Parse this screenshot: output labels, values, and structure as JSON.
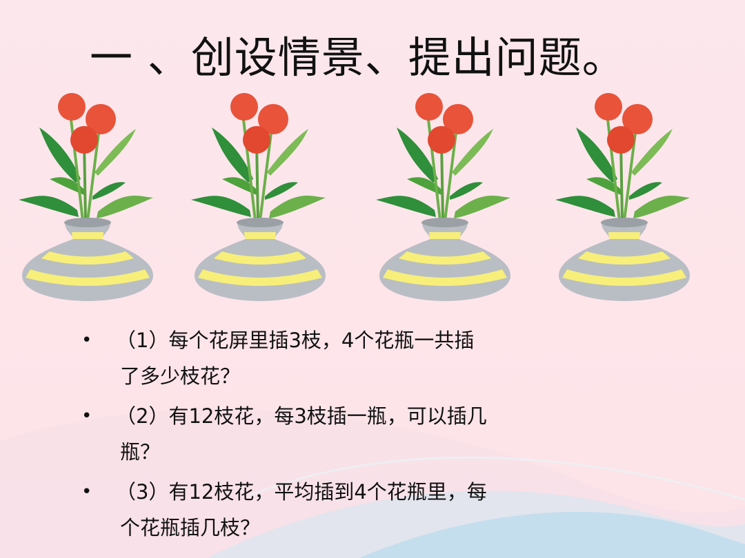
{
  "slide": {
    "title": "一 、创设情景、提出问题。",
    "colors": {
      "background": "#fbe6eb",
      "vase_body": "#b9bec4",
      "vase_stripe": "#f7ef7a",
      "flower": "#e8533a",
      "leaf": "#2f8f3a"
    },
    "vases": [
      {
        "icon": "flower-vase-icon"
      },
      {
        "icon": "flower-vase-icon"
      },
      {
        "icon": "flower-vase-icon"
      },
      {
        "icon": "flower-vase-icon"
      }
    ],
    "questions": [
      {
        "bullet": "•",
        "lines": [
          "（1）每个花屏里插3枝，4个花瓶一共插",
          "了多少枝花？"
        ]
      },
      {
        "bullet": "•",
        "lines": [
          "（2）有12枝花，每3枝插一瓶，可以插几",
          "瓶？"
        ]
      },
      {
        "bullet": "•",
        "lines": [
          "（3）有12枝花，平均插到4个花瓶里，每",
          "个花瓶插几枝？"
        ]
      }
    ]
  }
}
